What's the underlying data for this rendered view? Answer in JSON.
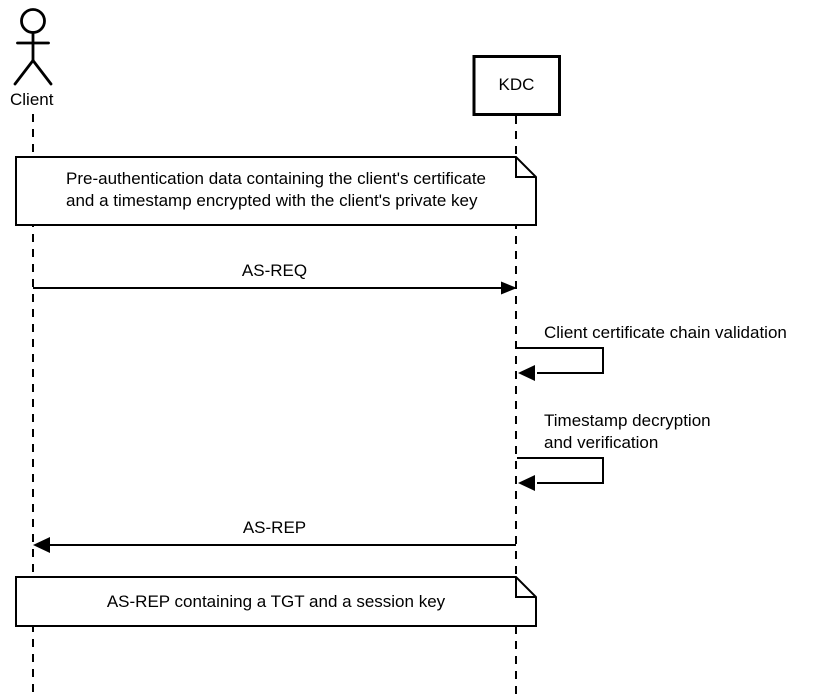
{
  "participants": {
    "client": {
      "label": "Client"
    },
    "kdc": {
      "label": "KDC"
    }
  },
  "messages": {
    "as_req": {
      "label": "AS-REQ"
    },
    "cert_validation": {
      "label": "Client certificate chain validation"
    },
    "timestamp_check": {
      "line1": "Timestamp decryption",
      "line2": "and verification"
    },
    "as_rep": {
      "label": "AS-REP"
    }
  },
  "notes": {
    "preauth": {
      "line1": "Pre-authentication data containing the client's certificate",
      "line2": "and a timestamp encrypted with the client's private key"
    },
    "asrep_contents": {
      "text": "AS-REP containing a TGT and a session key"
    }
  },
  "colors": {
    "stroke": "#000000",
    "background": "#ffffff"
  }
}
